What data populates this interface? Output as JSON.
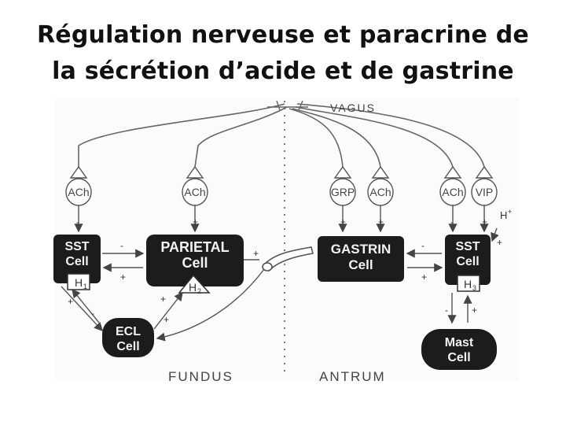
{
  "title": {
    "line1": "Régulation nerveuse et paracrine de",
    "line2": "la sécrétion d’acide et de gastrine"
  },
  "vagus_label": "VAGUS",
  "mediators": [
    "ACh",
    "ACh",
    "GRP",
    "ACh",
    "ACh",
    "VIP"
  ],
  "cells": {
    "sst_fundus": [
      "SST",
      "Cell"
    ],
    "parietal": [
      "PARIETAL",
      "Cell"
    ],
    "gastrin": [
      "GASTRIN",
      "Cell"
    ],
    "sst_antrum": [
      "SST",
      "Cell"
    ],
    "ecl": [
      "ECL",
      "Cell"
    ],
    "mast": [
      "Mast",
      "Cell"
    ]
  },
  "receptors": {
    "h1_fundus": "H",
    "h1_fundus_sub": "1",
    "h2_parietal": "H",
    "h2_parietal_sub": "2",
    "h3_antrum": "H",
    "h3_antrum_sub": "3"
  },
  "hplus": "H",
  "hplus_sup": "+",
  "regions": {
    "left": "FUNDUS",
    "right": "ANTRUM"
  },
  "signs": {
    "plus": "+",
    "minus": "-"
  },
  "colors": {
    "cell_fill": "#1c1c1c",
    "line": "#555555",
    "text": "#111111"
  }
}
